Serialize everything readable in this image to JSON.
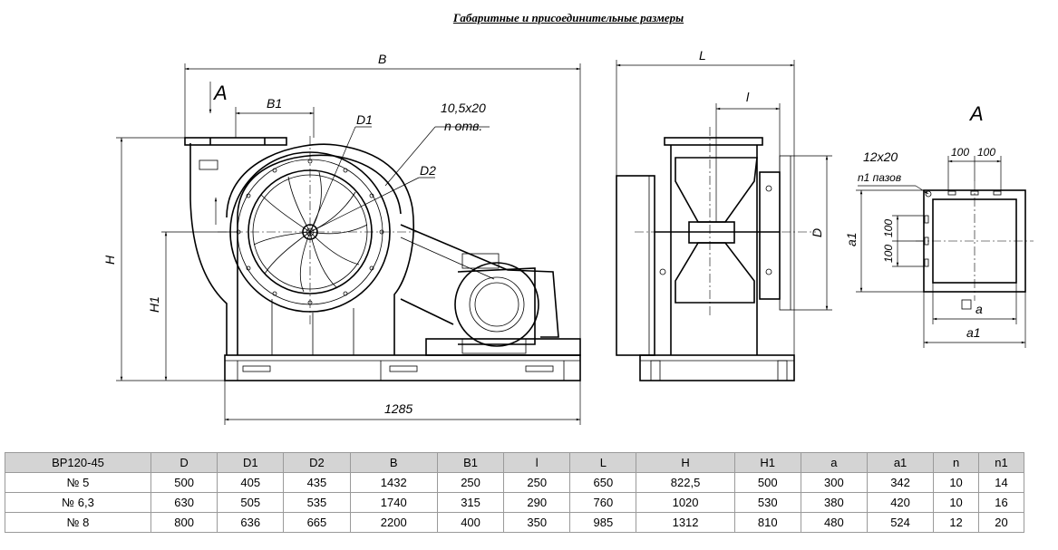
{
  "title": "Габаритные и присоединительные размеры",
  "side_view": {
    "view_marker": "A",
    "dim_B": "B",
    "dim_B1": "B1",
    "dim_D1": "D1",
    "dim_D2": "D2",
    "dim_H": "H",
    "dim_H1": "H1",
    "hole_size": "10,5х20",
    "hole_count": "n отв.",
    "dim_base": "1285"
  },
  "front_view": {
    "dim_L": "L",
    "dim_l": "l",
    "dim_D": "D"
  },
  "view_a": {
    "title": "A",
    "slot_size": "12х20",
    "slot_count": "n1 пазов",
    "pitch_top_1": "100",
    "pitch_top_2": "100",
    "pitch_side_1": "100",
    "pitch_side_2": "100",
    "dim_a1_side": "a1",
    "dim_a": "a",
    "dim_a1_bottom": "a1"
  },
  "table": {
    "headers": [
      "ВР120-45",
      "D",
      "D1",
      "D2",
      "B",
      "B1",
      "l",
      "L",
      "H",
      "H1",
      "a",
      "a1",
      "n",
      "n1"
    ],
    "rows": [
      [
        "№ 5",
        "500",
        "405",
        "435",
        "1432",
        "250",
        "250",
        "650",
        "822,5",
        "500",
        "300",
        "342",
        "10",
        "14"
      ],
      [
        "№ 6,3",
        "630",
        "505",
        "535",
        "1740",
        "315",
        "290",
        "760",
        "1020",
        "530",
        "380",
        "420",
        "10",
        "16"
      ],
      [
        "№ 8",
        "800",
        "636",
        "665",
        "2200",
        "400",
        "350",
        "985",
        "1312",
        "810",
        "480",
        "524",
        "12",
        "20"
      ]
    ]
  }
}
